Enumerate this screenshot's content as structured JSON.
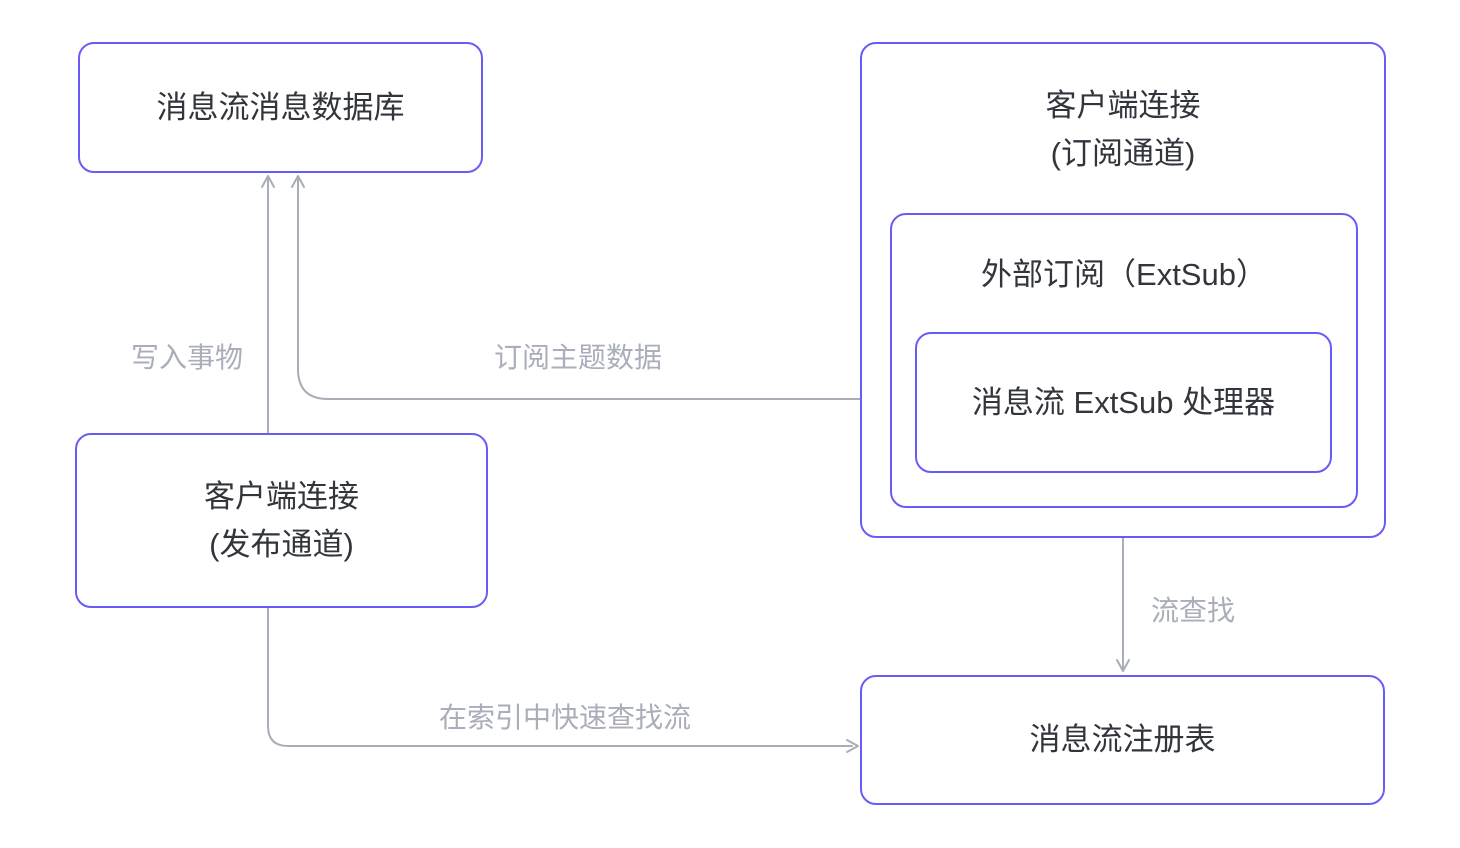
{
  "diagram": {
    "background_color": "#ffffff",
    "border_color": "#695CF6",
    "arrow_color": "#A8ADB8",
    "edge_label_color": "#A9AEBA",
    "node_text_color": "#32353C",
    "nodes": {
      "message_db": {
        "label": "消息流消息数据库"
      },
      "client_subscribe": {
        "line1": "客户端连接",
        "line2": "(订阅通道)"
      },
      "ext_sub": {
        "label": "外部订阅（ExtSub）"
      },
      "ext_sub_handler": {
        "label": "消息流 ExtSub 处理器"
      },
      "client_publish": {
        "line1": "客户端连接",
        "line2": "(发布通道)"
      },
      "registry": {
        "label": "消息流注册表"
      }
    },
    "edges": {
      "write_transaction": {
        "label": "写入事物",
        "from": "client_publish",
        "to": "message_db"
      },
      "subscribe_topic_data": {
        "label": "订阅主题数据",
        "from": "message_db",
        "to": "ext_sub_handler",
        "bidirectional": true
      },
      "stream_lookup": {
        "label": "流查找",
        "from": "client_subscribe",
        "to": "registry"
      },
      "index_lookup": {
        "label": "在索引中快速查找流",
        "from": "client_publish",
        "to": "registry"
      }
    }
  }
}
